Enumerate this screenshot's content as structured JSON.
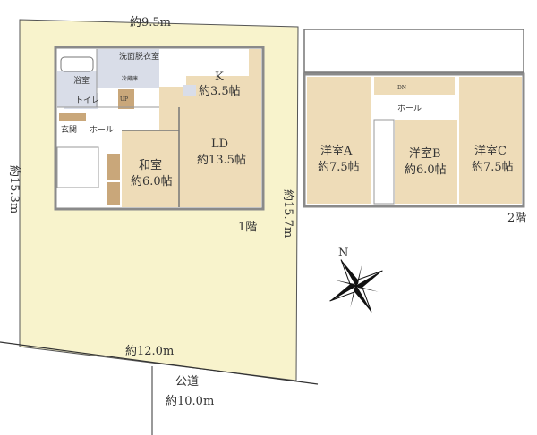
{
  "site": {
    "top_width": "約9.5m",
    "left_depth": "約15.3m",
    "right_depth": "約15.7m",
    "frontage": "約12.0m",
    "road": "公道",
    "road_width": "約10.0m"
  },
  "floor1": {
    "label": "1階",
    "rooms": {
      "washroom": "洗面脱衣室",
      "bath": "浴室",
      "toilet": "トイレ",
      "entrance": "玄関",
      "hall": "ホール",
      "stairs": "UP",
      "fridge": "冷蔵庫",
      "kitchen_name": "K",
      "kitchen_size": "約3.5帖",
      "ld_name": "LD",
      "ld_size": "約13.5帖",
      "washitsu_name": "和室",
      "washitsu_size": "約6.0帖"
    }
  },
  "floor2": {
    "label": "2階",
    "rooms": {
      "stairs": "DN",
      "hall": "ホール",
      "a_name": "洋室A",
      "a_size": "約7.5帖",
      "b_name": "洋室B",
      "b_size": "約6.0帖",
      "c_name": "洋室C",
      "c_size": "約7.5帖"
    }
  },
  "compass": "N",
  "colors": {
    "lot": "#f8f3cc",
    "room": "#eedcb8",
    "wet": "#d9dde8",
    "wall": "#8a8a8a"
  }
}
